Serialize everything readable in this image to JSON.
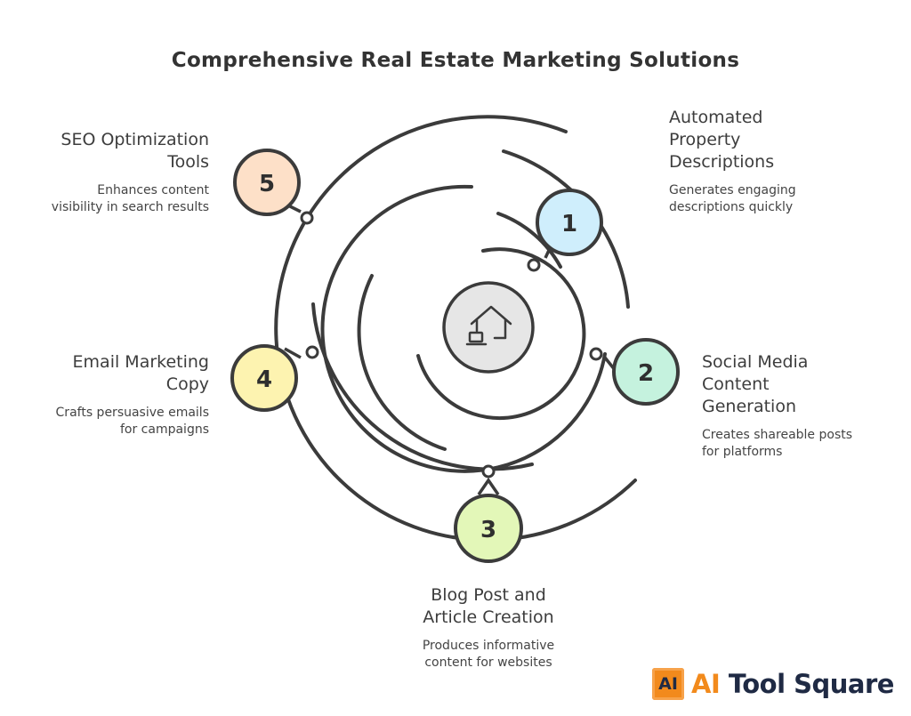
{
  "title": "Comprehensive Real Estate Marketing Solutions",
  "steps": [
    {
      "number": "1",
      "heading_lines": [
        "Automated",
        "Property",
        "Descriptions"
      ],
      "description_lines": [
        "Generates engaging",
        "descriptions quickly"
      ],
      "color": "#cfeefc"
    },
    {
      "number": "2",
      "heading_lines": [
        "Social Media",
        "Content",
        "Generation"
      ],
      "description_lines": [
        "Creates shareable posts",
        "for platforms"
      ],
      "color": "#c5f2de"
    },
    {
      "number": "3",
      "heading_lines": [
        "Blog Post and",
        "Article Creation"
      ],
      "description_lines": [
        "Produces informative",
        "content for websites"
      ],
      "color": "#e3f7b8"
    },
    {
      "number": "4",
      "heading_lines": [
        "Email Marketing",
        "Copy"
      ],
      "description_lines": [
        "Crafts persuasive emails",
        "for campaigns"
      ],
      "color": "#fdf3b0"
    },
    {
      "number": "5",
      "heading_lines": [
        "SEO Optimization",
        "Tools"
      ],
      "description_lines": [
        "Enhances content",
        "visibility in search results"
      ],
      "color": "#fde0c8"
    }
  ],
  "center_icon": "house-laptop-icon",
  "logo": {
    "mark": "AI",
    "ai": "AI",
    "rest": " Tool Square",
    "accent": "#f28a1c",
    "dark": "#1f2a44"
  }
}
